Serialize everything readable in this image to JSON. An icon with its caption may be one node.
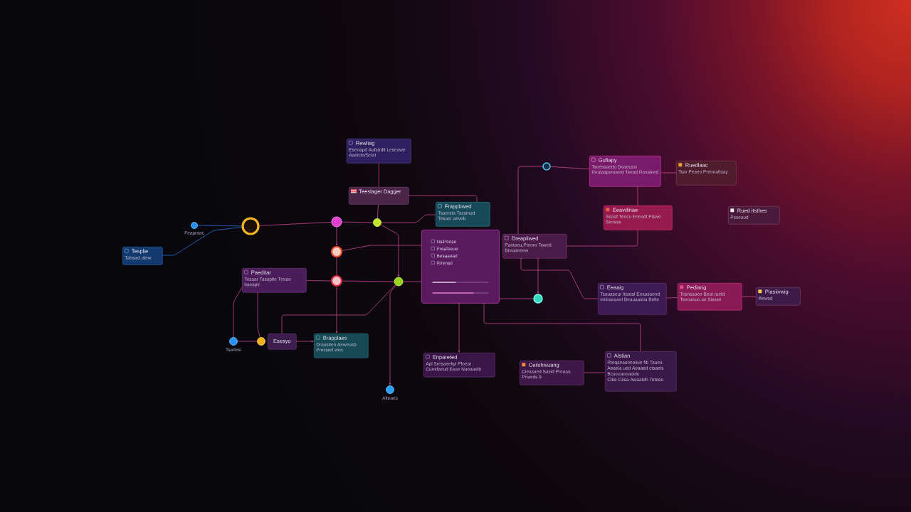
{
  "diagram": {
    "nodes": [
      {
        "text": [
          "Rewliag",
          "Esenapd Aufstrdlt Leseawe Aaeicto/Sclat"
        ]
      },
      {
        "text": [
          "Gufiapy",
          "Tsoessaedu Doaoussi Reuiaaperswed Teead Rovaleed"
        ]
      },
      {
        "text": [
          "Ruedlaac",
          "Tsar Peaeo Prenoatlaay"
        ]
      },
      {
        "text": [],
        "shape": "circle"
      },
      {
        "text": [
          "Teeslager Dagger"
        ]
      },
      {
        "text": [
          "Frappbwed",
          "Tsaersta Tacsinud Tesaer aeveb"
        ]
      },
      {
        "text": [
          "Eeavdinae",
          "Ssaaf Teocu Eneadt Piswe Sensss"
        ]
      },
      {
        "text": [
          "Rued itsthes",
          "Psseaud"
        ]
      },
      {
        "text": [],
        "shape": "circle"
      },
      {
        "text": [],
        "shape": "circle"
      },
      {
        "text": [],
        "shape": "circle",
        "beside": [
          "Feapraac"
        ]
      },
      {
        "text": [],
        "shape": "circle"
      },
      {
        "text": [
          "NsiPoose",
          "Preafeeue",
          "Besaaead",
          "Rirensd"
        ]
      },
      {
        "text": [
          "Dreapliwed",
          "Paotaeu,Pteoro Tswed Breaaeeew"
        ]
      },
      {
        "text": [
          "Tesplie",
          "Tahsacl alew"
        ]
      },
      {
        "text": [],
        "shape": "circle"
      },
      {
        "text": [
          "Paeditar",
          "Tesaar Tasaplte Treiao haeaptr"
        ]
      },
      {
        "text": [],
        "shape": "circle"
      },
      {
        "text": [],
        "shape": "circle"
      },
      {
        "text": [
          "Eeaaig",
          "Tsauaseur Itsatal Eeaasuend eoleaeaoel Beauaaieia Belte"
        ]
      },
      {
        "text": [
          "Pediang",
          "Tesnsaaeo Beat rueld Tseoaeuo ao Sissse"
        ]
      },
      {
        "text": [
          "Piasiivwig",
          "Ifiewsd"
        ]
      },
      {
        "text": [],
        "shape": "circle"
      },
      {
        "text": [
          "Esesyo"
        ]
      },
      {
        "text": [],
        "shape": "circle",
        "beside": [
          "Tsarlesi"
        ]
      },
      {
        "text": [],
        "shape": "circle"
      },
      {
        "text": [
          "Brapplaes",
          "Drausiten Aeweusb Prociaef wiro"
        ]
      },
      {
        "text": [
          "Enpareted",
          "Apl Sresaeeliyi Pfoeat Cuesfaeud Esue Naeaaelb"
        ]
      },
      {
        "text": [
          "Alstian",
          "Rteqaeauoeaiiue fib Tauea",
          "Aeaeia ued Aeaaed ctsaels",
          "Bcueeaeeaeide",
          "Cibe Cesa Asiaatdh Toteeo"
        ]
      },
      {
        "text": [
          "Ceiishivuang",
          "Cieasaed Sasid Preaaa Priaeds 9"
        ]
      },
      {
        "text": [],
        "shape": "circle",
        "beside": [
          "Alteaes"
        ]
      }
    ],
    "edges": [
      {
        "from": 10,
        "to": 11,
        "arrow": "none",
        "color": "#2a6fd6"
      },
      {
        "from": 14,
        "to": 11,
        "arrow": "none",
        "color": "#2a6fd6"
      },
      {
        "from": 11,
        "to": 8,
        "arrow": "none"
      },
      {
        "from": 8,
        "to": 9,
        "arrow": "none"
      },
      {
        "from": 0,
        "to": 4,
        "arrow": "none"
      },
      {
        "from": 4,
        "to": 9,
        "arrow": "none"
      },
      {
        "from": 4,
        "to": 5,
        "arrow": "none"
      },
      {
        "from": 9,
        "to": 5,
        "arrow": "none"
      },
      {
        "from": 8,
        "to": 15,
        "arrow": "to"
      },
      {
        "from": 15,
        "to": 17,
        "arrow": "none"
      },
      {
        "from": 17,
        "to": 26,
        "arrow": "to"
      },
      {
        "from": 16,
        "to": 17,
        "arrow": "none"
      },
      {
        "from": 17,
        "to": 18,
        "arrow": "none"
      },
      {
        "from": 18,
        "to": 12,
        "arrow": "none"
      },
      {
        "from": 15,
        "to": 12,
        "arrow": "none"
      },
      {
        "from": 16,
        "to": 24,
        "arrow": "none"
      },
      {
        "from": 24,
        "to": 25,
        "arrow": "none"
      },
      {
        "from": 23,
        "to": 26,
        "arrow": "to"
      },
      {
        "from": 18,
        "to": 30,
        "arrow": "to"
      },
      {
        "from": 12,
        "to": 27,
        "arrow": "to"
      },
      {
        "from": 12,
        "to": 22,
        "arrow": "none"
      },
      {
        "from": 13,
        "to": 22,
        "arrow": "to"
      },
      {
        "from": 12,
        "to": 28,
        "arrow": "none"
      },
      {
        "from": 29,
        "to": 28,
        "arrow": "none"
      },
      {
        "from": 13,
        "to": 19,
        "arrow": "none"
      },
      {
        "from": 19,
        "to": 20,
        "arrow": "none"
      },
      {
        "from": 20,
        "to": 21,
        "arrow": "none"
      },
      {
        "from": 1,
        "to": 2,
        "arrow": "none"
      },
      {
        "from": 1,
        "to": 6,
        "arrow": "none"
      },
      {
        "from": 6,
        "to": 13,
        "arrow": "none"
      },
      {
        "from": 3,
        "to": 1,
        "arrow": "none"
      },
      {
        "from": 3,
        "to": 13,
        "arrow": "none"
      },
      {
        "from": 16,
        "to": 25,
        "arrow": "none"
      },
      {
        "from": 18,
        "to": 23,
        "arrow": "none"
      },
      {
        "from": 9,
        "to": 18,
        "arrow": "to"
      }
    ]
  }
}
